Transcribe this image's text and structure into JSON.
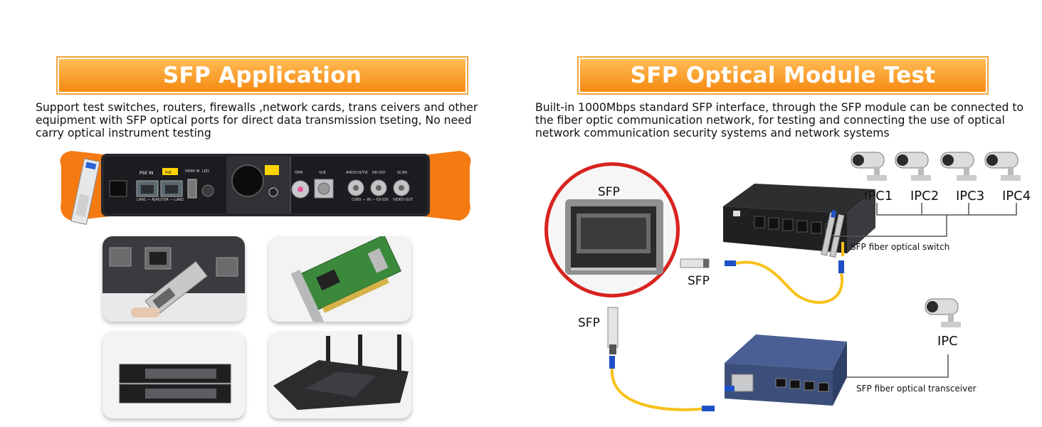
{
  "left": {
    "title": "SFP Application",
    "description_lines": [
      "Support test switches, routers, firewalls ,network cards, trans ceivers and other",
      "equipment with SFP optical ports for direct data transmission tseting, No need",
      "carry optical instrument testing"
    ],
    "device_labels": {
      "pse_in": "PSE IN",
      "poe": "PoE",
      "lan_ports": "LAN1 — RJ45/TDR — LAN2",
      "hdmi_in": "HDMI IN",
      "led": "LED",
      "opm": "OPM",
      "vlb": "VLB",
      "ahd_cvi_tvi": "AHD/CVI/TVI",
      "hd_sdi": "HD-SDI",
      "scan": "SCAN",
      "cvbs_in_ex_sdi": "CVBS — IN — EX-SDI",
      "video_out": "VIDEO OUT"
    }
  },
  "right": {
    "title": "SFP Optical Module Test Camera",
    "description_lines": [
      "Built-in 1000Mbps standard SFP interface, through the SFP module can be connected to",
      "the fiber optic communication network, for testing and connecting the use of optical",
      "network communication security systems and network systems"
    ],
    "sfp_port_label": "SFP",
    "sfp_module_label_1": "SFP",
    "sfp_module_label_2": "SFP",
    "cameras": [
      "IPC1",
      "IPC2",
      "IPC3",
      "IPC4"
    ],
    "single_camera": "IPC",
    "switch_label": "SFP fiber optical switch",
    "transceiver_label": "SFP fiber optical transceiver"
  },
  "colors": {
    "banner_top": "#ffbc55",
    "banner_bottom": "#f68a12",
    "bumper_orange": "#f47a12",
    "fiber_yellow": "#f7c21a",
    "connector_blue": "#2050c8",
    "circle_red": "#d8231f",
    "switch_blue": "#3c4f7a"
  }
}
